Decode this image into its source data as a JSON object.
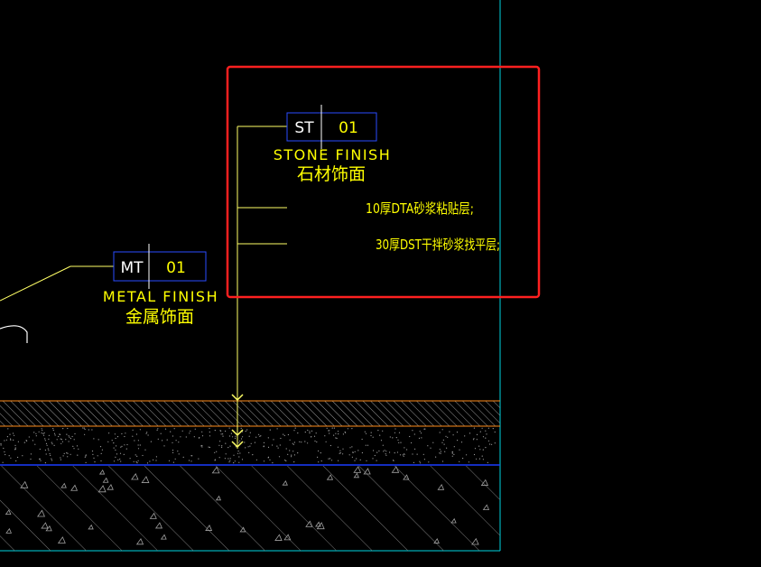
{
  "colors": {
    "background": "#000000",
    "text": "#ffff00",
    "leader": "#ffff66",
    "tag_box": "#2a4bff",
    "tag_divider": "#ffffff",
    "cyan_border": "#00d4e0",
    "orange_line": "#ff8c1a",
    "blue_line": "#1a3cff",
    "red_highlight": "#ff2020",
    "hatch": "#808080"
  },
  "tags": {
    "stone": {
      "code": "ST",
      "number": "01",
      "name_en": "STONE FINISH",
      "name_cn": "石材饰面"
    },
    "metal": {
      "code": "MT",
      "number": "01",
      "name_en": "METAL FINISH",
      "name_cn": "金属饰面"
    }
  },
  "layer_notes": [
    "10厚DTA砂浆粘贴层;",
    "30厚DST干拌砂浆找平层;"
  ]
}
